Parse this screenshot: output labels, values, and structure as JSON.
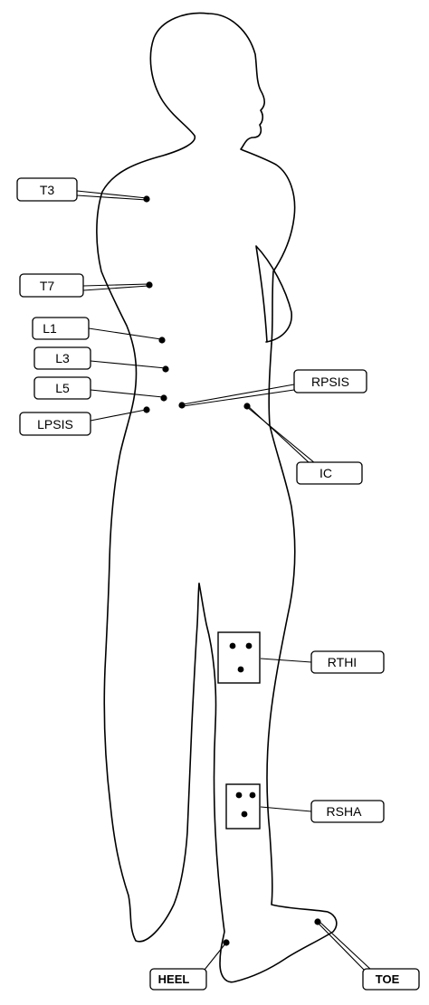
{
  "labels": {
    "t3": "T3",
    "t7": "T7",
    "l1": "L1",
    "l3": "L3",
    "l5": "L5",
    "lpsis": "LPSIS",
    "rpsis": "RPSIS",
    "ic": "IC",
    "rthi": "RTHI",
    "rsha": "RSHA",
    "heel": "HEEL",
    "toe": "TOE"
  },
  "colors": {
    "line": "#000000",
    "background": "#ffffff"
  }
}
